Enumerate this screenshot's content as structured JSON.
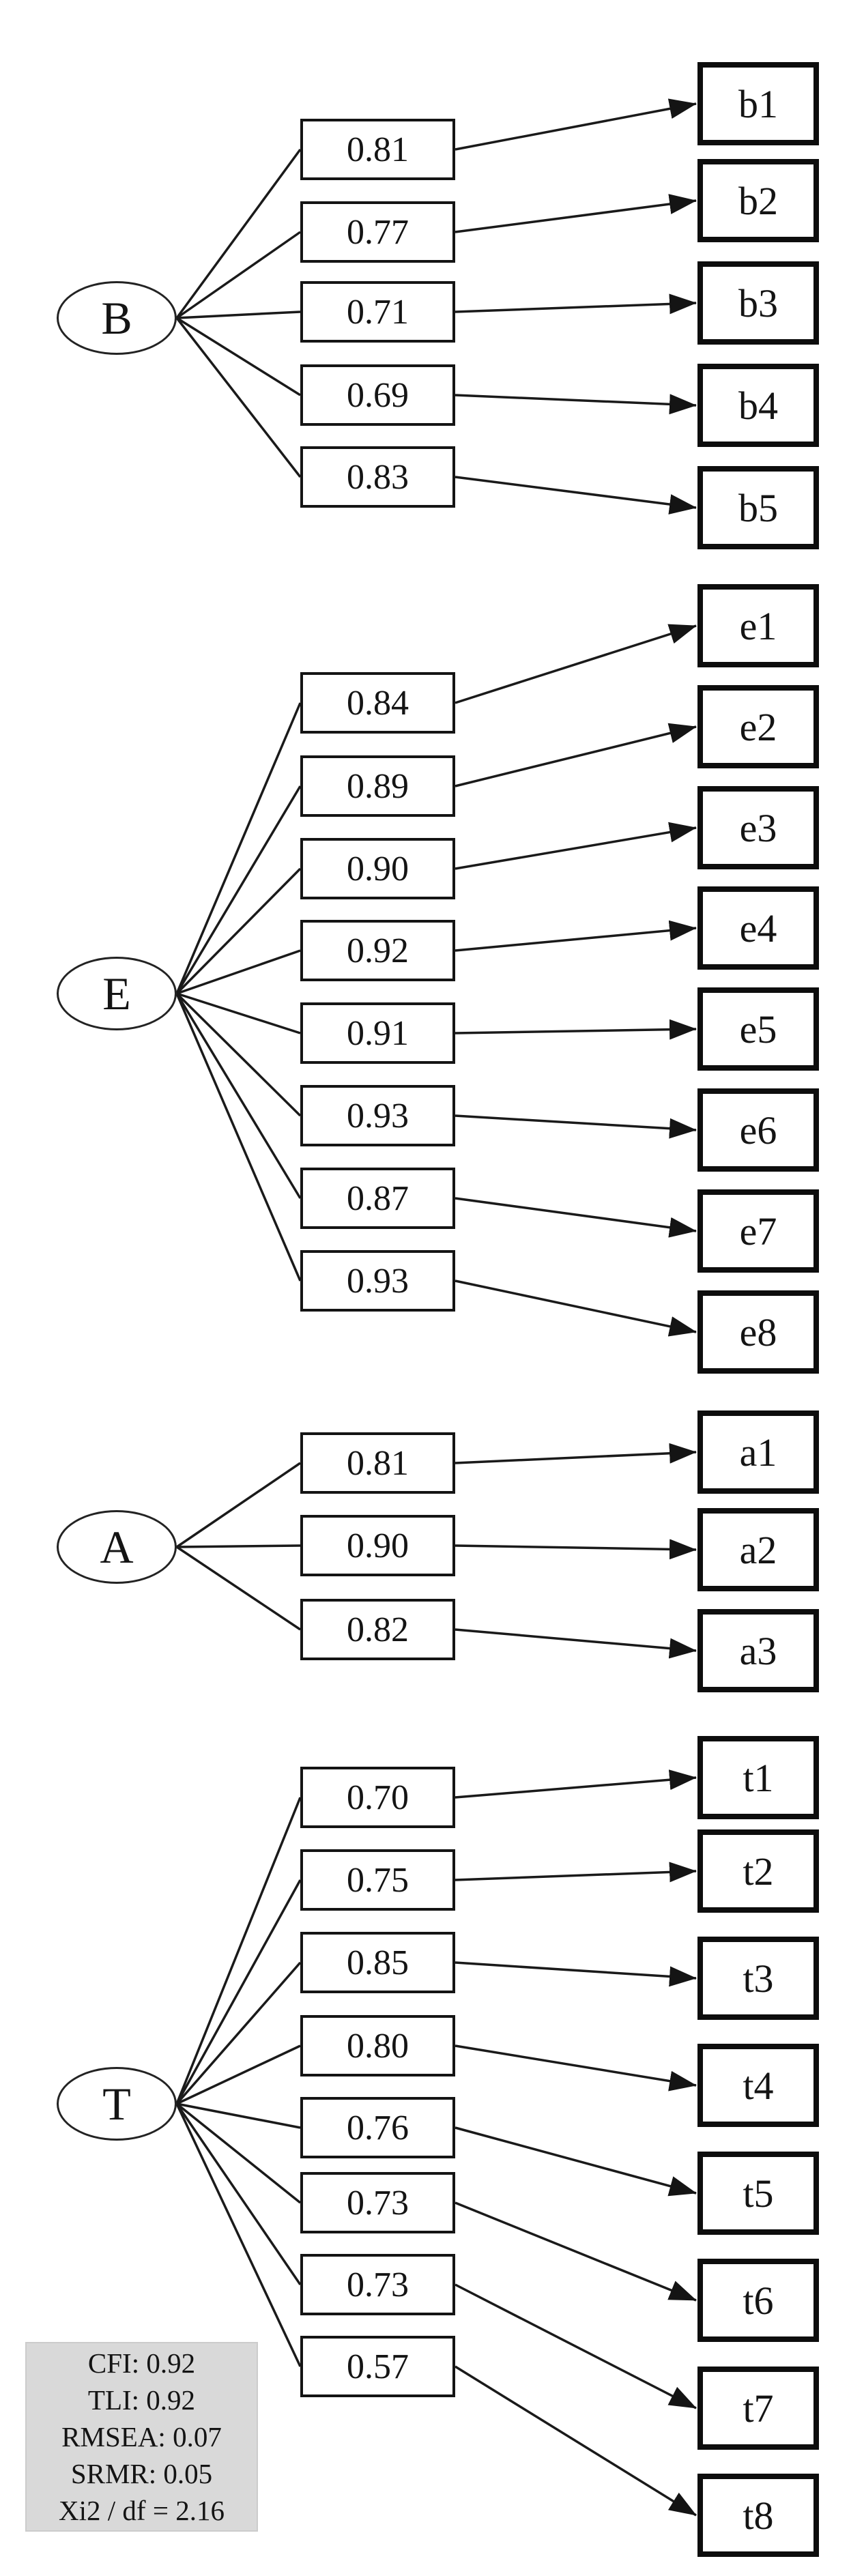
{
  "diagram": {
    "type": "confirmatory-factor-analysis-path-diagram",
    "colors": {
      "background": "#ffffff",
      "line": "#1a1a1a",
      "box_border": "#111111",
      "fit_box_background": "#d9d9d9",
      "text": "#141414"
    },
    "sections": [
      {
        "factor": "B",
        "rows": [
          {
            "loading": "0.81",
            "indicator": "b1"
          },
          {
            "loading": "0.77",
            "indicator": "b2"
          },
          {
            "loading": "0.71",
            "indicator": "b3"
          },
          {
            "loading": "0.69",
            "indicator": "b4"
          },
          {
            "loading": "0.83",
            "indicator": "b5"
          }
        ]
      },
      {
        "factor": "E",
        "rows": [
          {
            "loading": "0.84",
            "indicator": "e1"
          },
          {
            "loading": "0.89",
            "indicator": "e2"
          },
          {
            "loading": "0.90",
            "indicator": "e3"
          },
          {
            "loading": "0.92",
            "indicator": "e4"
          },
          {
            "loading": "0.91",
            "indicator": "e5"
          },
          {
            "loading": "0.93",
            "indicator": "e6"
          },
          {
            "loading": "0.87",
            "indicator": "e7"
          },
          {
            "loading": "0.93",
            "indicator": "e8"
          }
        ]
      },
      {
        "factor": "A",
        "rows": [
          {
            "loading": "0.81",
            "indicator": "a1"
          },
          {
            "loading": "0.90",
            "indicator": "a2"
          },
          {
            "loading": "0.82",
            "indicator": "a3"
          }
        ]
      },
      {
        "factor": "T",
        "rows": [
          {
            "loading": "0.70",
            "indicator": "t1"
          },
          {
            "loading": "0.75",
            "indicator": "t2"
          },
          {
            "loading": "0.85",
            "indicator": "t3"
          },
          {
            "loading": "0.80",
            "indicator": "t4"
          },
          {
            "loading": "0.76",
            "indicator": "t5"
          },
          {
            "loading": "0.73",
            "indicator": "t6"
          },
          {
            "loading": "0.73",
            "indicator": "t7"
          },
          {
            "loading": "0.57",
            "indicator": "t8"
          }
        ]
      }
    ],
    "fit_box": {
      "background": "#d9d9d9",
      "lines": [
        "CFI: 0.92",
        "TLI: 0.92",
        "RMSEA: 0.07",
        "SRMR: 0.05",
        "Xi2 / df = 2.16"
      ]
    }
  }
}
